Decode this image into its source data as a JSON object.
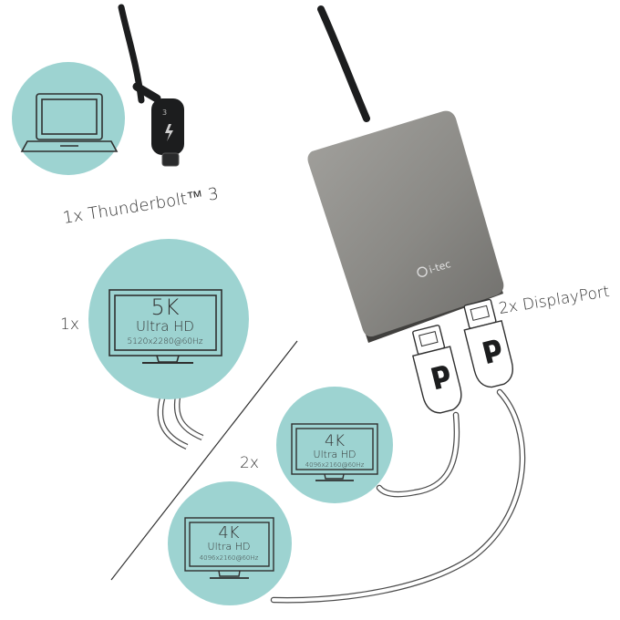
{
  "labels": {
    "thunderbolt": "1x Thunderbolt™ 3",
    "displayport": "2x DisplayPort",
    "one_x": "1x",
    "two_x": "2x"
  },
  "displays": {
    "big": {
      "res": "5K",
      "sub": "Ultra HD",
      "spec": "5120x2280@60Hz"
    },
    "mid": {
      "res": "4K",
      "sub": "Ultra HD",
      "spec": "4096x2160@60Hz"
    },
    "small": {
      "res": "4K",
      "sub": "Ultra HD",
      "spec": "4096x2160@60Hz"
    }
  },
  "brand": "i-tec",
  "colors": {
    "circle": "#9dd3d1",
    "device_top": "#8f8e8a",
    "device_bottom": "#6d6c69",
    "cable_dark": "#1c1d1e",
    "outline": "#2f2f2f"
  }
}
